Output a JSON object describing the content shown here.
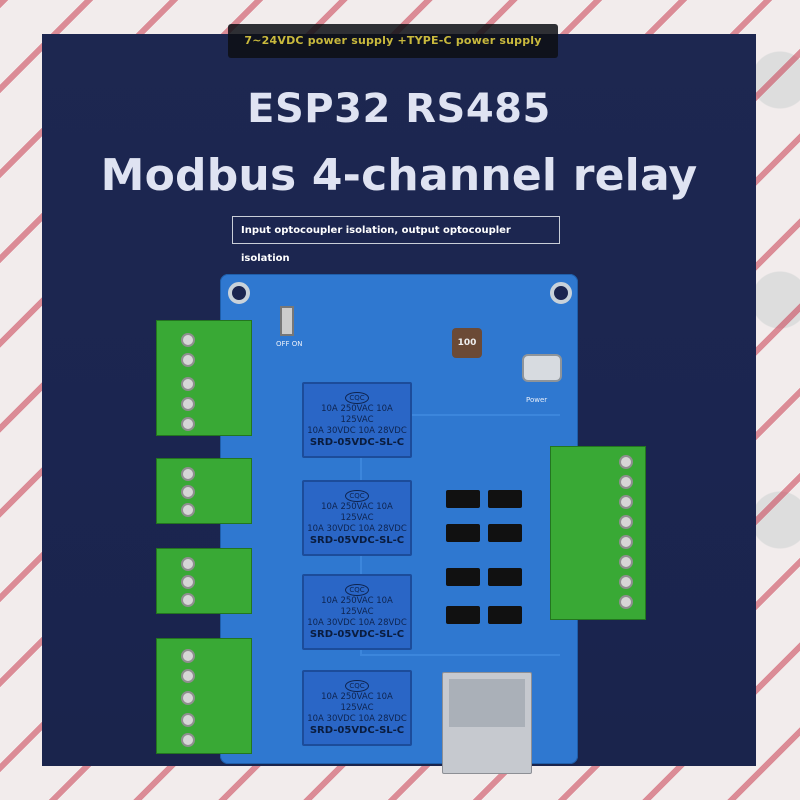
{
  "banner": {
    "power_text": "7~24VDC power supply +TYPE-C power supply"
  },
  "headline": {
    "line1": "ESP32 RS485",
    "line2": "Modbus 4-channel relay",
    "isolation_text": "Input optocoupler isolation, output optocoupler isolation"
  },
  "relays": [
    {
      "rating1": "10A 250VAC  10A 125VAC",
      "rating2": "10A  30VDC  10A  28VDC",
      "model": "SRD-05VDC-SL-C"
    },
    {
      "rating1": "10A 250VAC  10A 125VAC",
      "rating2": "10A  30VDC  10A  28VDC",
      "model": "SRD-05VDC-SL-C"
    },
    {
      "rating1": "10A 250VAC  10A 125VAC",
      "rating2": "10A  30VDC  10A  28VDC",
      "model": "SRD-05VDC-SL-C"
    },
    {
      "rating1": "10A 250VAC  10A 125VAC",
      "rating2": "10A  30VDC  10A  28VDC",
      "model": "SRD-05VDC-SL-C"
    }
  ],
  "board": {
    "inductor_mark": "100",
    "switch_label": "OFF ON",
    "power_label": "Power",
    "relay_logo": "CQC"
  },
  "colors": {
    "panel": "#1d2750",
    "board": "#2f78d0",
    "terminal": "#39a935",
    "relay": "#2a66c6",
    "banner_text": "#e7d33a"
  }
}
